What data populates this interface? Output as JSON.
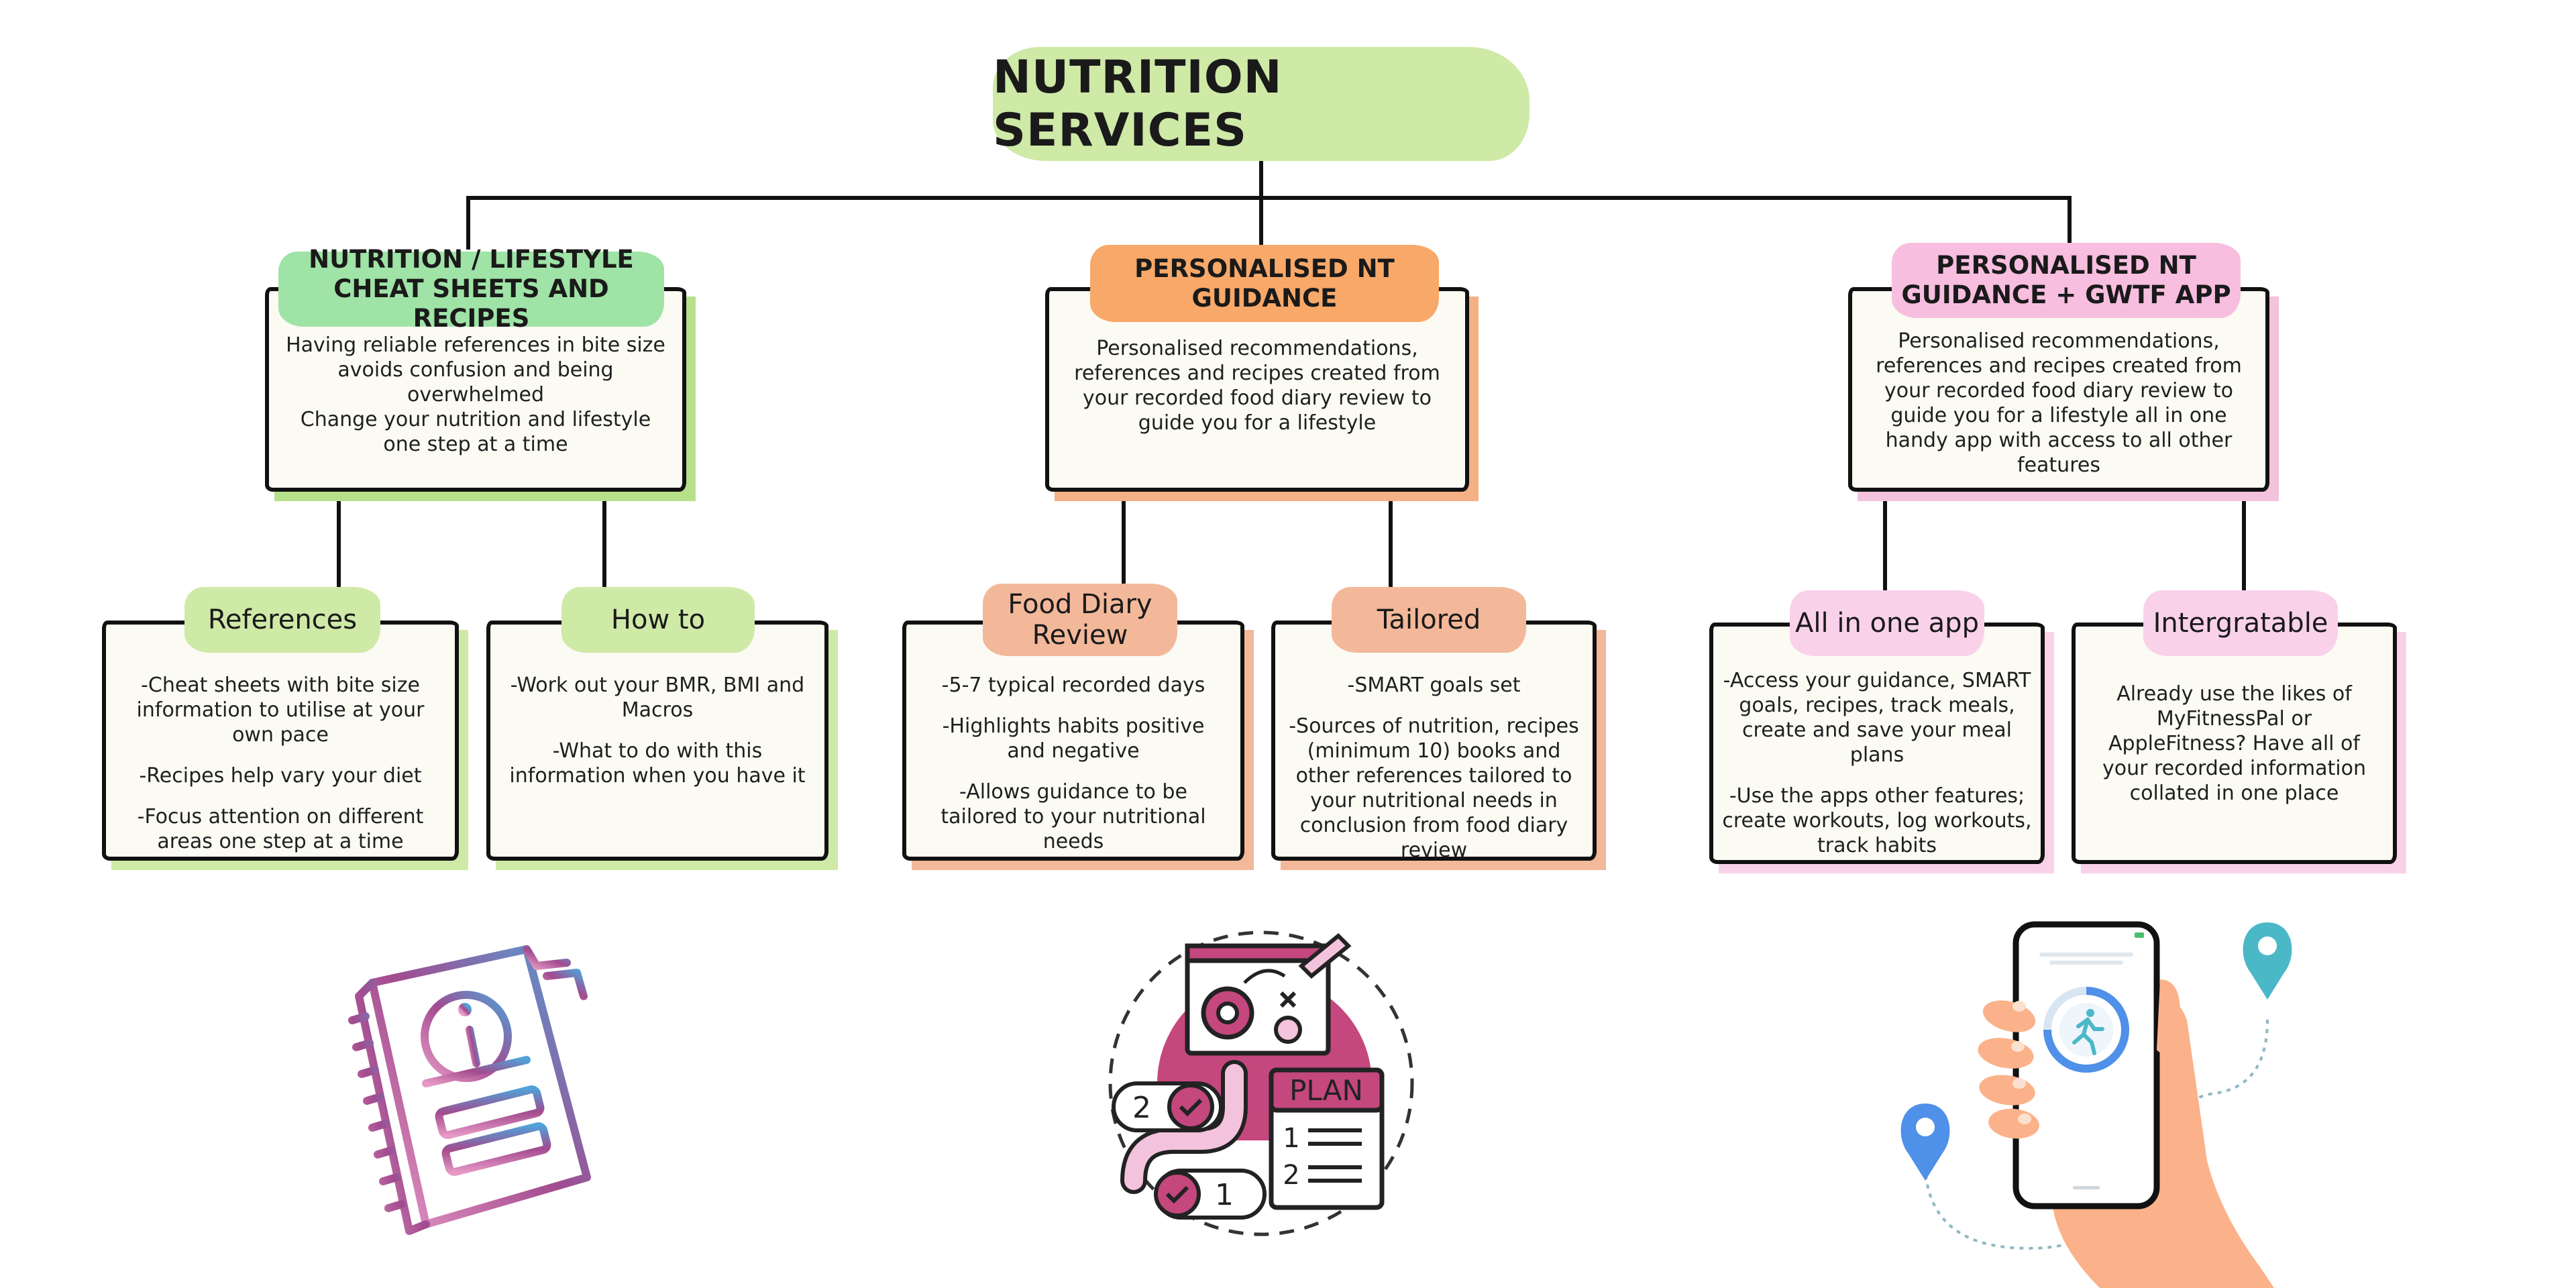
{
  "title": "NUTRITION SERVICES",
  "colors": {
    "title_bg": "#cfe9a7",
    "green_tag": "#9fe3a6",
    "green_light": "#cfe9a7",
    "orange_tag": "#f8a868",
    "orange_light": "#f3b89a",
    "pink_tag": "#f7bedf",
    "pink_light": "#f9d2ea"
  },
  "services": [
    {
      "heading": "NUTRITION / LIFESTYLE CHEAT SHEETS AND RECIPES",
      "description": "Having reliable references in bite size avoids confusion and being overwhelmed\nChange your nutrition and lifestyle one step at a time",
      "children": [
        {
          "label": "References",
          "points": [
            "-Cheat sheets with bite size information to utilise at your own pace",
            "-Recipes help vary your diet",
            "-Focus attention on different areas one step at a time"
          ]
        },
        {
          "label": "How to",
          "points": [
            "-Work out your BMR, BMI and Macros",
            "-What to do with this information when you have it"
          ]
        }
      ]
    },
    {
      "heading": "PERSONALISED NT GUIDANCE",
      "description": "Personalised recommendations, references and recipes created from your recorded food diary review to guide you for a lifestyle",
      "children": [
        {
          "label": "Food Diary Review",
          "points": [
            "-5-7 typical recorded days",
            "-Highlights habits positive and negative",
            "-Allows guidance to be tailored to your nutritional needs"
          ]
        },
        {
          "label": "Tailored",
          "points": [
            "-SMART goals set",
            "-Sources of nutrition, recipes (minimum 10) books and other references tailored to your nutritional needs in conclusion from food diary review"
          ]
        }
      ]
    },
    {
      "heading": "PERSONALISED NT GUIDANCE + GWTF APP",
      "description": "Personalised recommendations, references and recipes created from your recorded food diary review to guide you for a lifestyle all in one handy app with access to all other features",
      "children": [
        {
          "label": "All in one app",
          "points": [
            "-Access your guidance, SMART goals, recipes, track meals, create and save your meal plans",
            "-Use the apps other features; create workouts, log workouts, track habits"
          ]
        },
        {
          "label": "Intergratable",
          "points": [
            "Already use the likes of MyFitnessPal or AppleFitness? Have all of your recorded information collated in one place"
          ]
        }
      ]
    }
  ],
  "illustrations": {
    "book_icon": "info-book-icon",
    "plan_icon": "strategy-plan-icon",
    "plan_label": "PLAN",
    "plan_steps": [
      "1",
      "2"
    ],
    "plan_badges": [
      "2",
      "1"
    ],
    "phone_icon": "fitness-phone-icon"
  }
}
